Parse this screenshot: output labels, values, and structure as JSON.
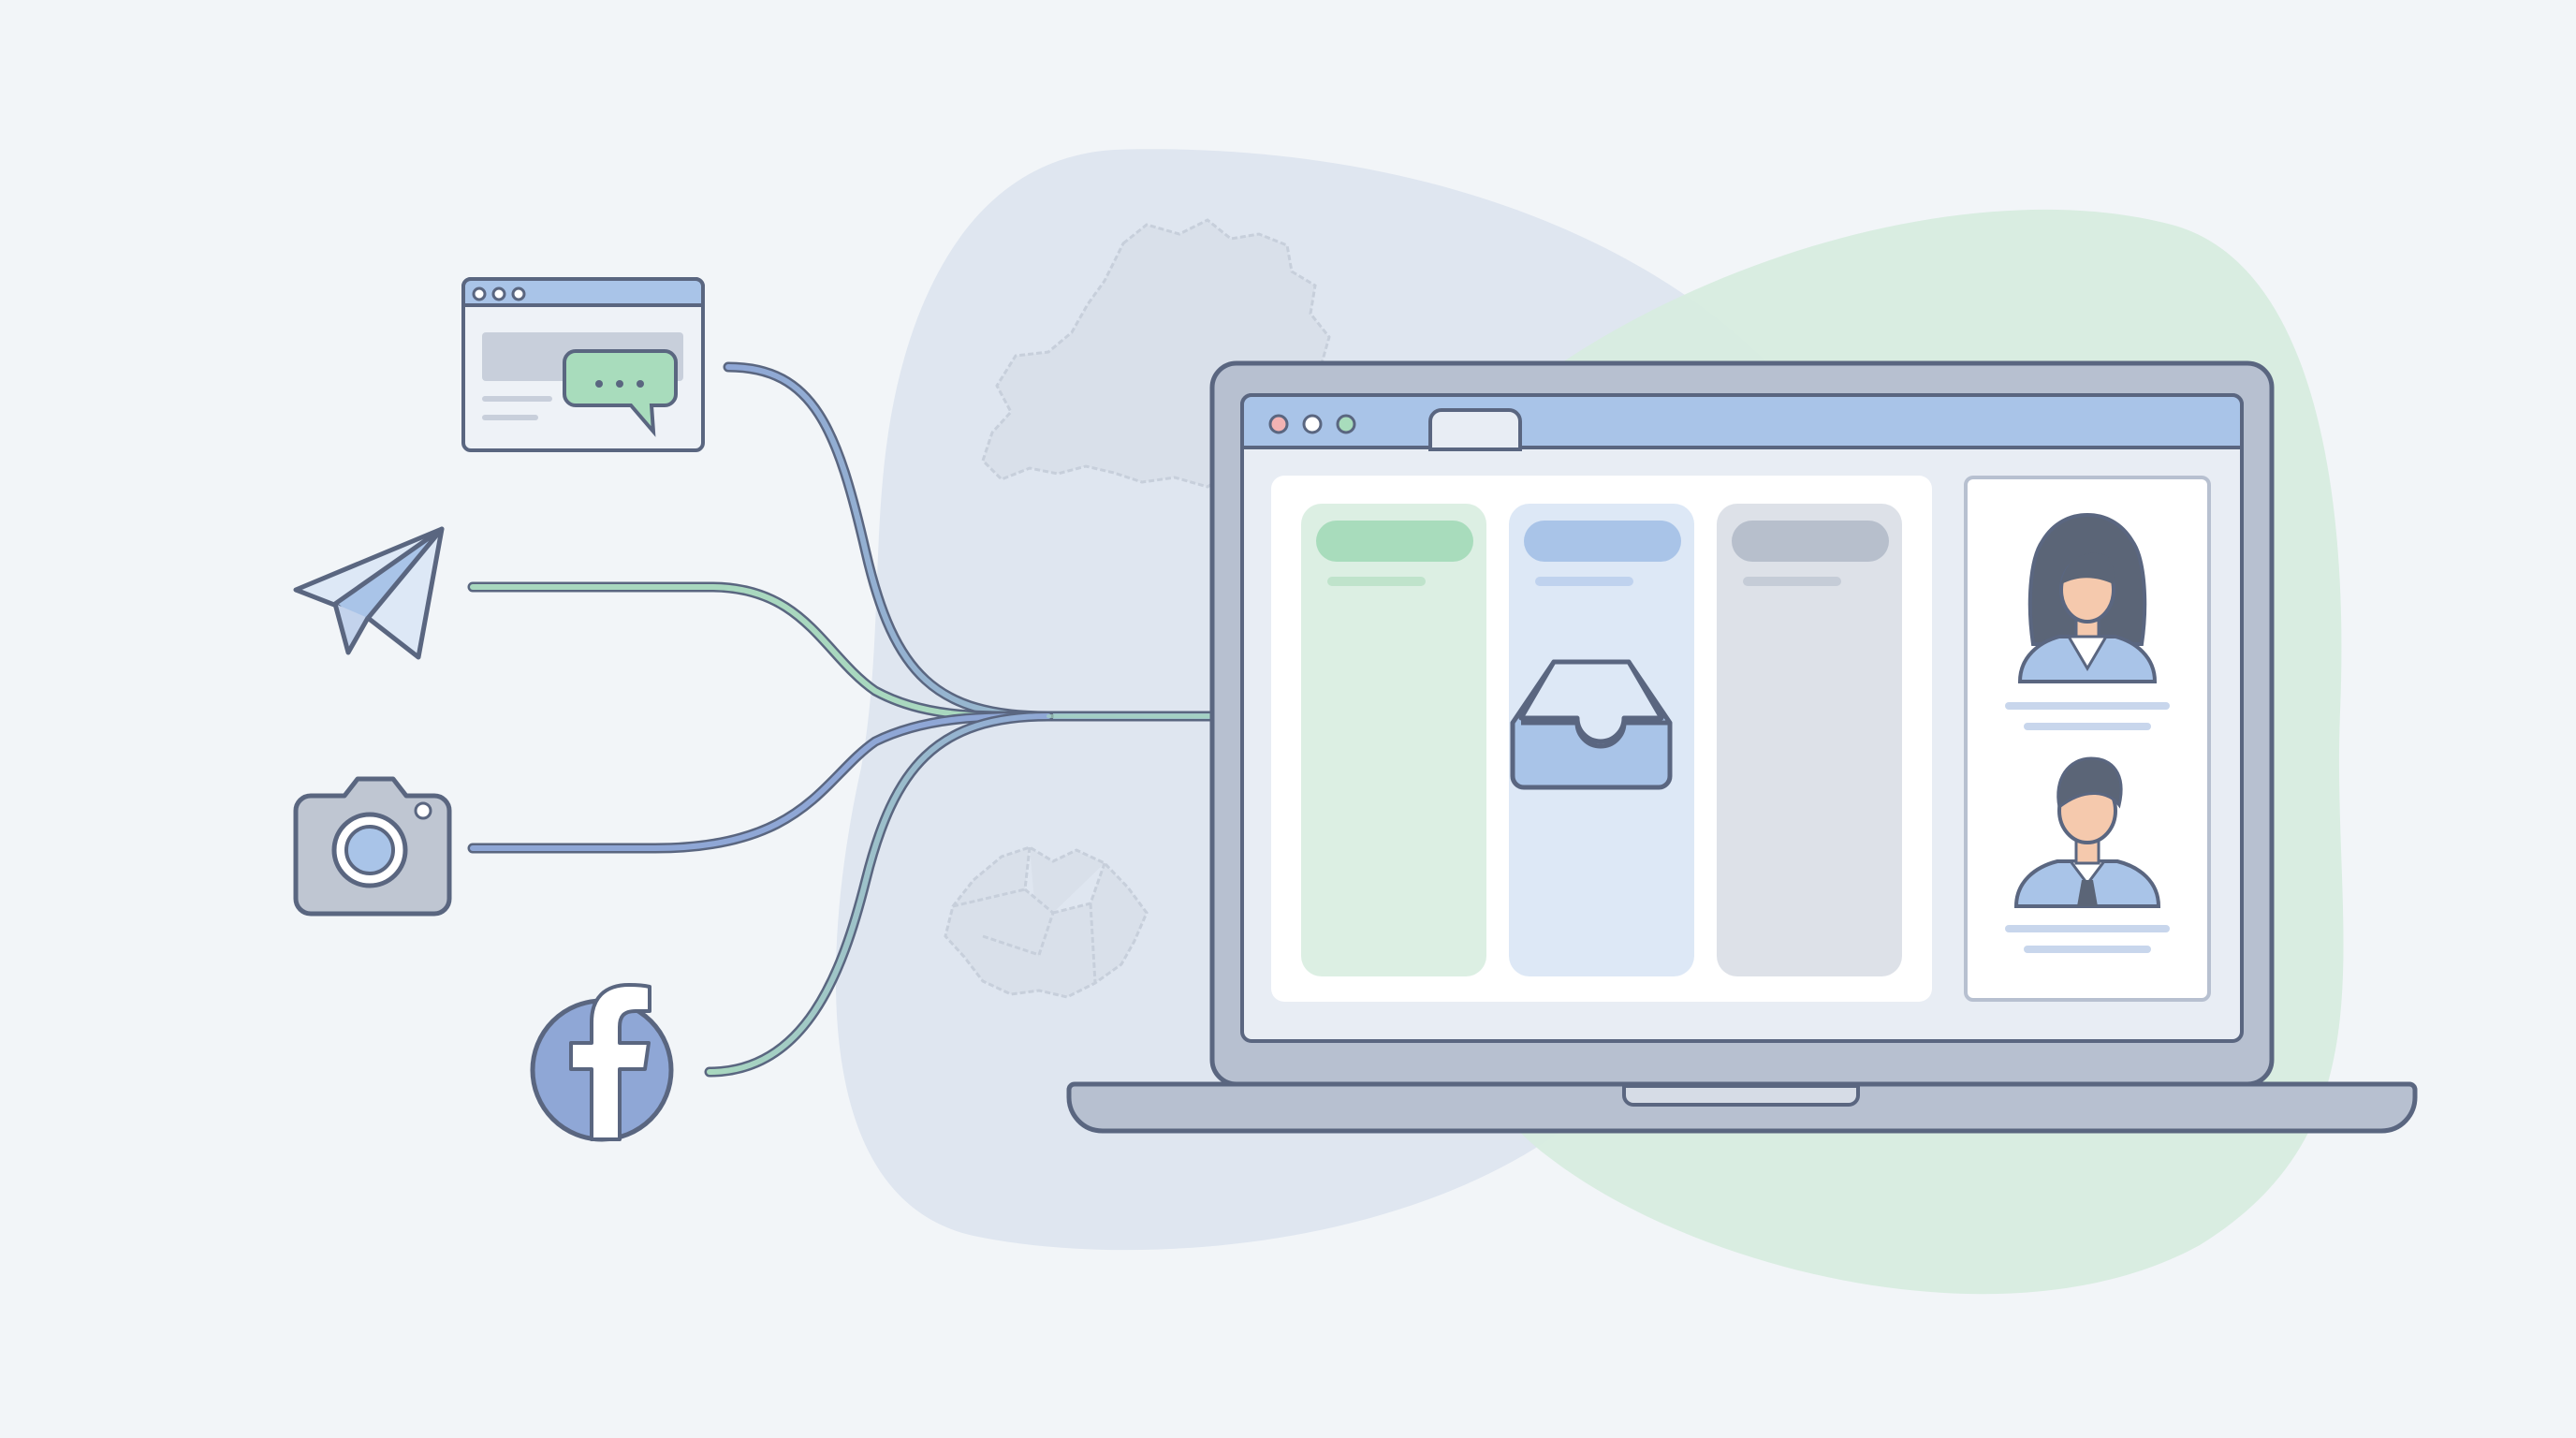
{
  "palette": {
    "background": "#f2f5f8",
    "outline": "#5a6680",
    "blue": "#a9c4e8",
    "blue_light": "#dde8f6",
    "green": "#a8dcbc",
    "green_light": "#dcefe3",
    "gray": "#b7bfcc",
    "gray_light": "#dde1e8",
    "blob_blue": "#dfe7f1",
    "blob_green": "#d7eedf",
    "skin": "#f5c9ad",
    "hair": "#5b6577"
  },
  "channels": [
    {
      "icon": "website-chat-icon",
      "color": "#8aa6d8"
    },
    {
      "icon": "telegram-icon",
      "color": "#a6d6bb"
    },
    {
      "icon": "instagram-icon",
      "color": "#8aa6d8"
    },
    {
      "icon": "facebook-icon",
      "color": "#a6d6bb"
    }
  ],
  "laptop": {
    "kanban_columns": [
      {
        "icon": "",
        "color": "green"
      },
      {
        "icon": "inbox-tray-icon",
        "color": "blue"
      },
      {
        "icon": "",
        "color": "gray"
      }
    ],
    "agents": [
      {
        "icon": "female-agent-avatar-icon"
      },
      {
        "icon": "male-agent-avatar-icon"
      }
    ]
  }
}
